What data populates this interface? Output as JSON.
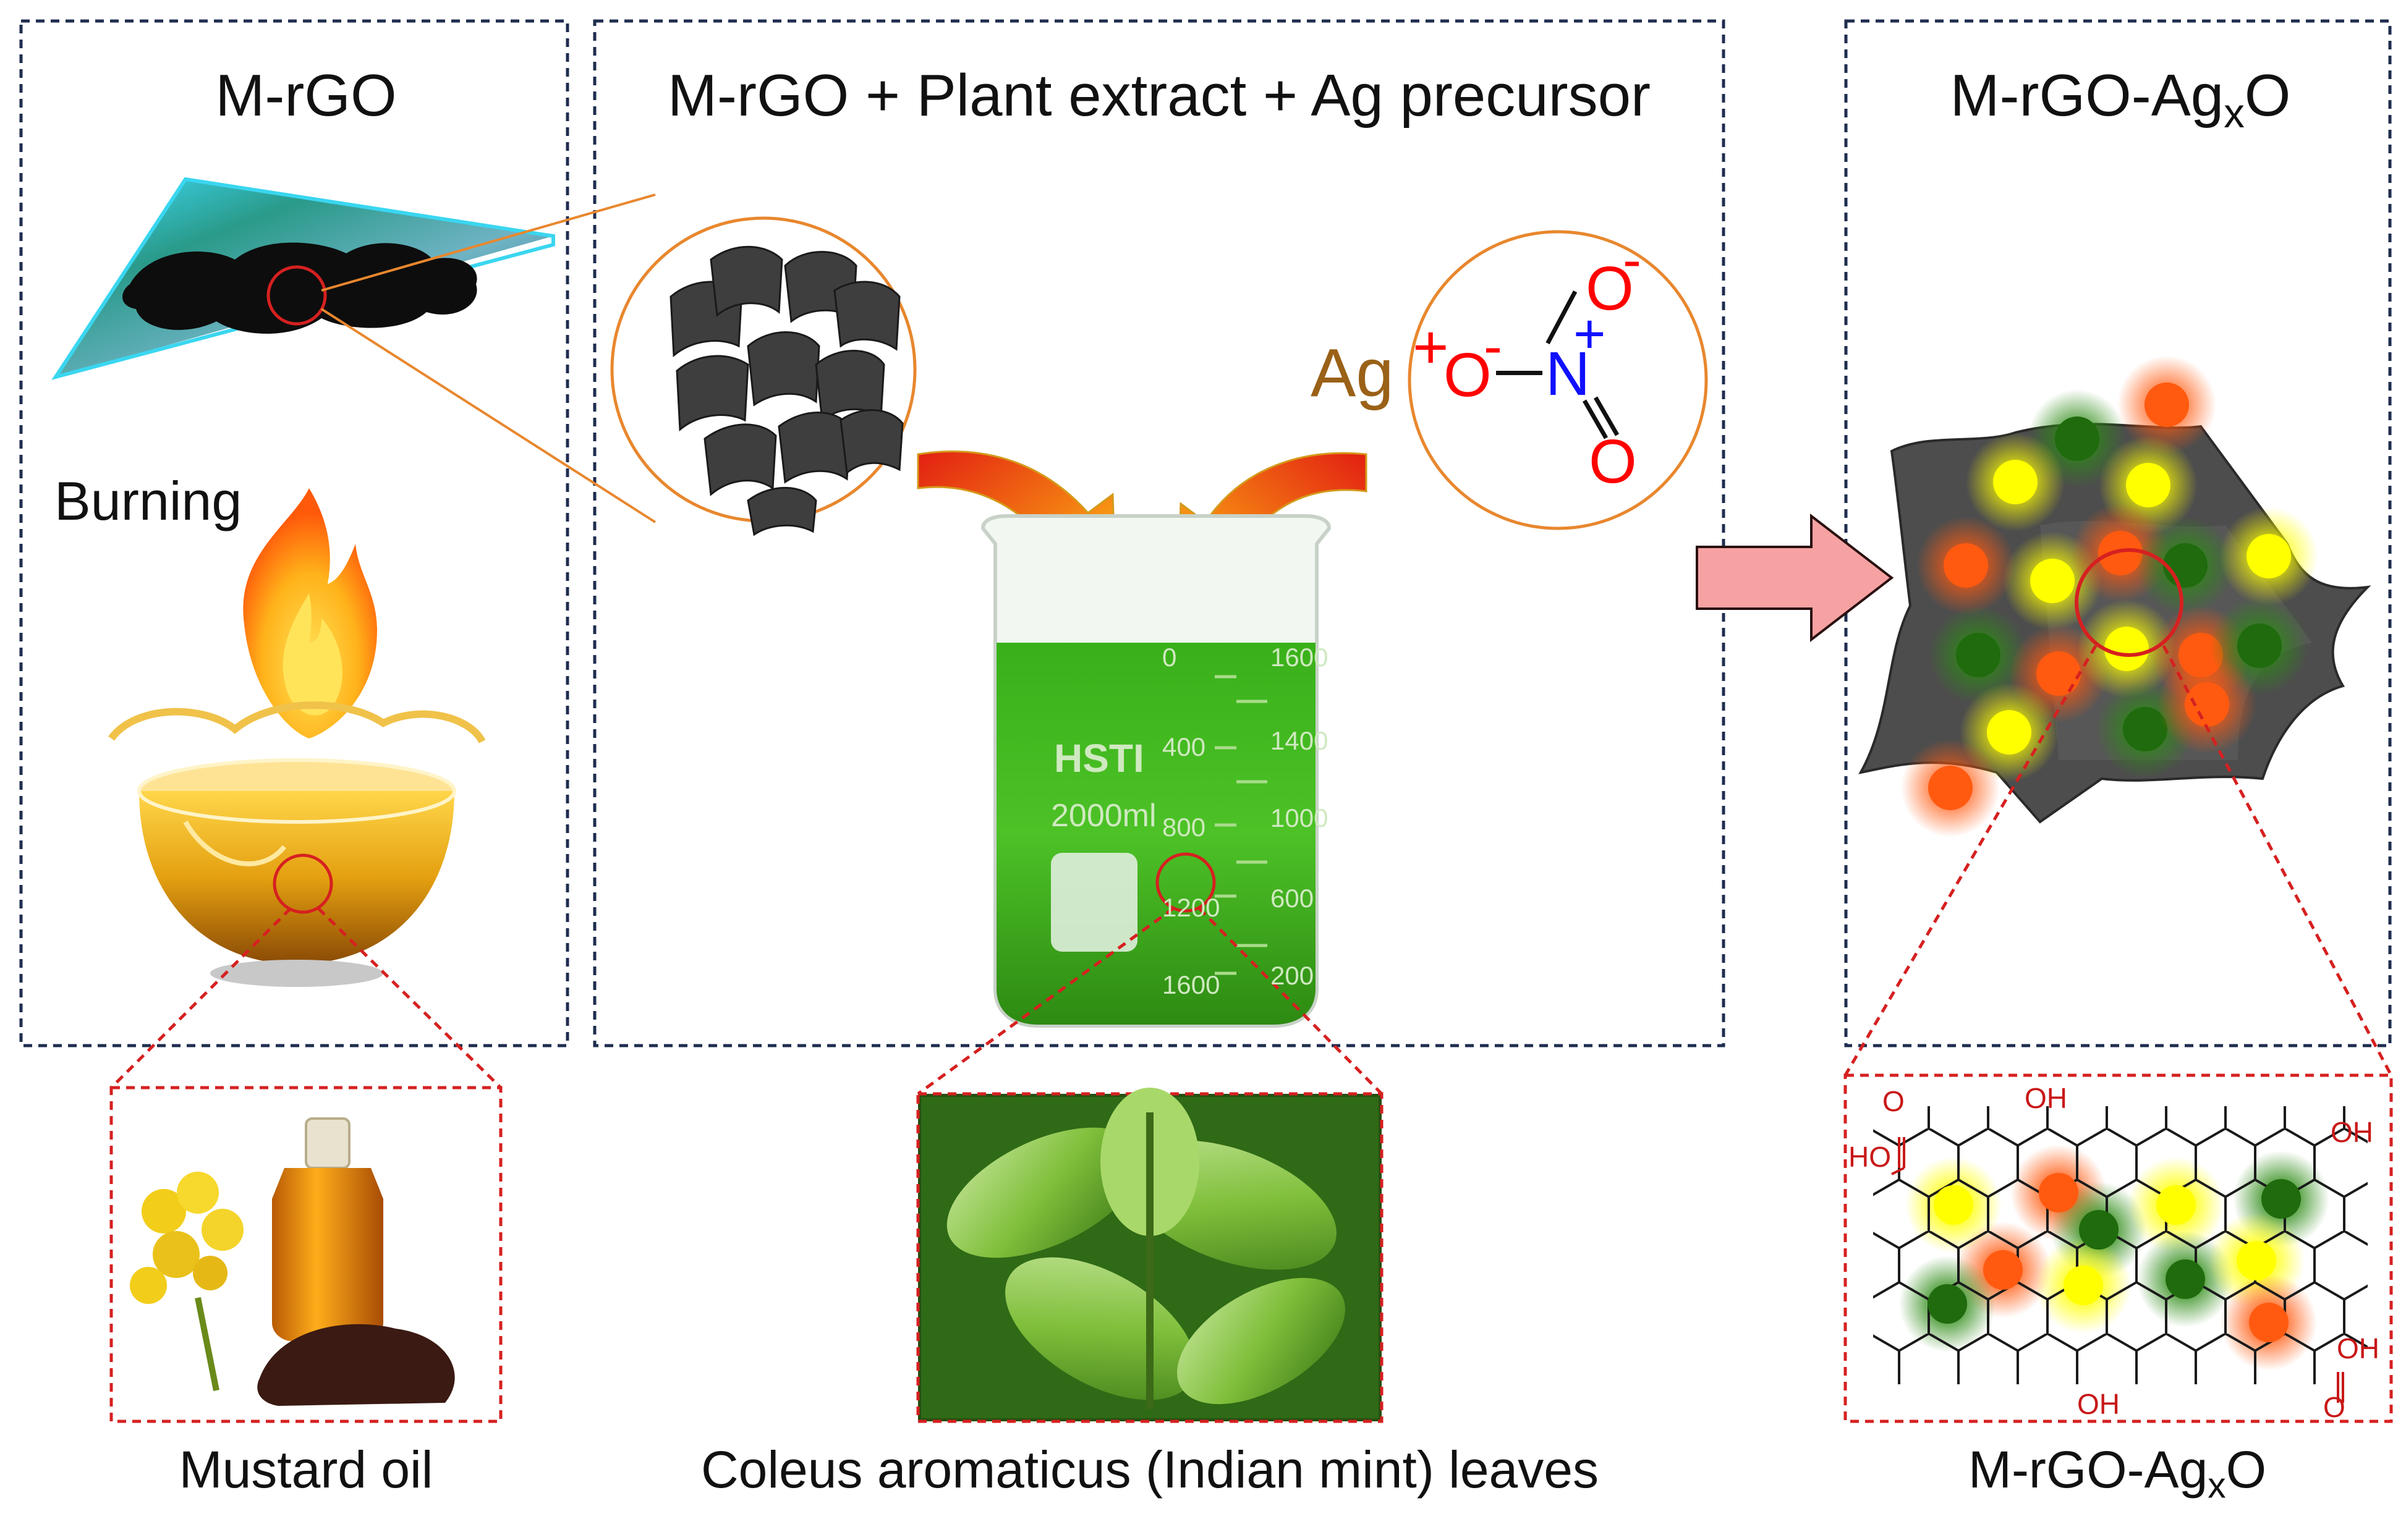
{
  "panels": {
    "left": {
      "title": "M-rGO",
      "step_label": "Burning"
    },
    "middle": {
      "title": "M-rGO + Plant extract + Ag precursor"
    },
    "right": {
      "title_main": "M-rGO-Ag",
      "title_sub": "x",
      "title_end": "O"
    }
  },
  "captions": {
    "oil": "Mustard oil",
    "leaves": "Coleus aromaticus (Indian mint) leaves",
    "product_main": "M-rGO-Ag",
    "product_sub": "x",
    "product_end": "O"
  },
  "molecule": {
    "ag": "Ag",
    "ag_charge": "+",
    "o_single": "O",
    "o_charge": "-",
    "n": "N",
    "n_charge": "+",
    "o_top": "O",
    "o_top_charge": "-",
    "o_bottom": "O"
  },
  "beaker": {
    "brand": "HSTI",
    "volume": "2000ml",
    "left_scale": [
      "0",
      "400",
      "800",
      "1200",
      "1600"
    ],
    "right_scale": [
      "1600",
      "1400",
      "1000",
      "600",
      "200"
    ]
  },
  "functional_groups": {
    "o_top": "O",
    "ho_left": "HO",
    "oh_top": "OH",
    "oh_top_right": "OH",
    "oh_bottom": "OH",
    "oh_bottom_right": "OH",
    "o_bottom_right": "O"
  },
  "colors": {
    "panel_border": "#1f2d4f",
    "zoom_border": "#e02020",
    "orange_ring": "#e8872e",
    "beaker_liquid": "#46b81d",
    "arrow_pink": "#f7a2a2",
    "silver_yellow": "#ffff00",
    "silver_orange": "#ff5a10",
    "silver_green": "#1f6b0d",
    "ag_color": "#9a6117",
    "oxygen_color": "#ff0000",
    "nitrogen_color": "#1010ff"
  }
}
